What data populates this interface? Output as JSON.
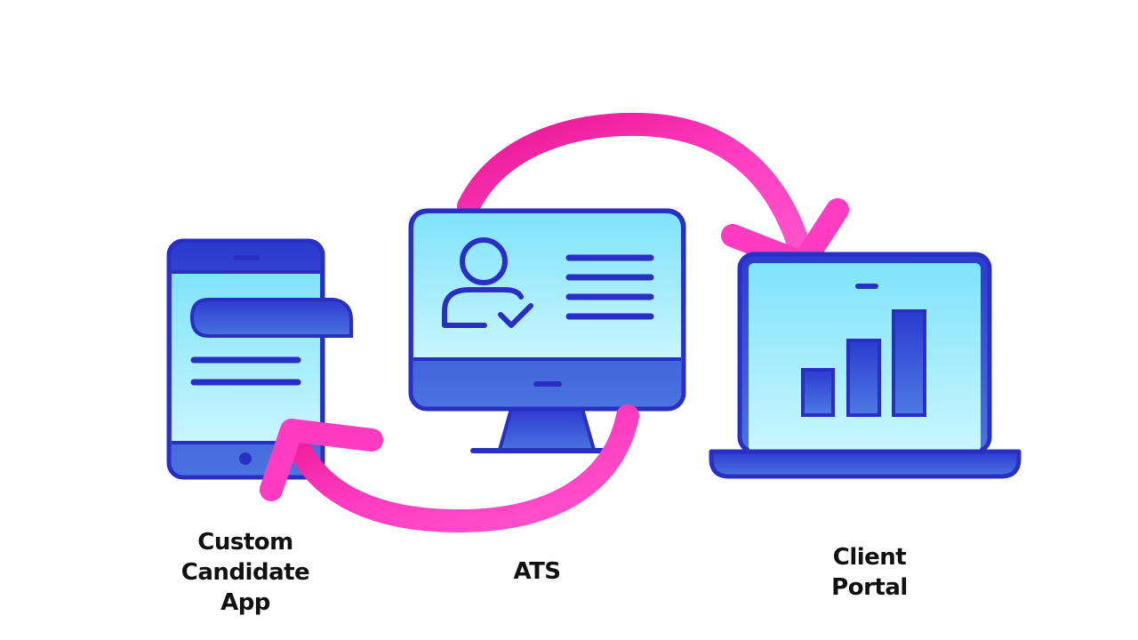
{
  "labels": {
    "candidate_app": [
      "Custom",
      "Candidate",
      "App"
    ],
    "ats": [
      "ATS"
    ],
    "client_portal": [
      "Client",
      "Portal"
    ]
  },
  "colors": {
    "outline": "#2a2fc4",
    "screen_light": "#8de6fb",
    "screen_mid": "#b8f2fd",
    "device_blue": "#3a52d6",
    "arrow_pink": "#ff3cc1",
    "text": "#111111"
  },
  "icons": [
    "smartphone-icon",
    "monitor-icon",
    "laptop-icon",
    "user-check-icon",
    "bar-chart-icon",
    "cycle-arrow-icon"
  ]
}
